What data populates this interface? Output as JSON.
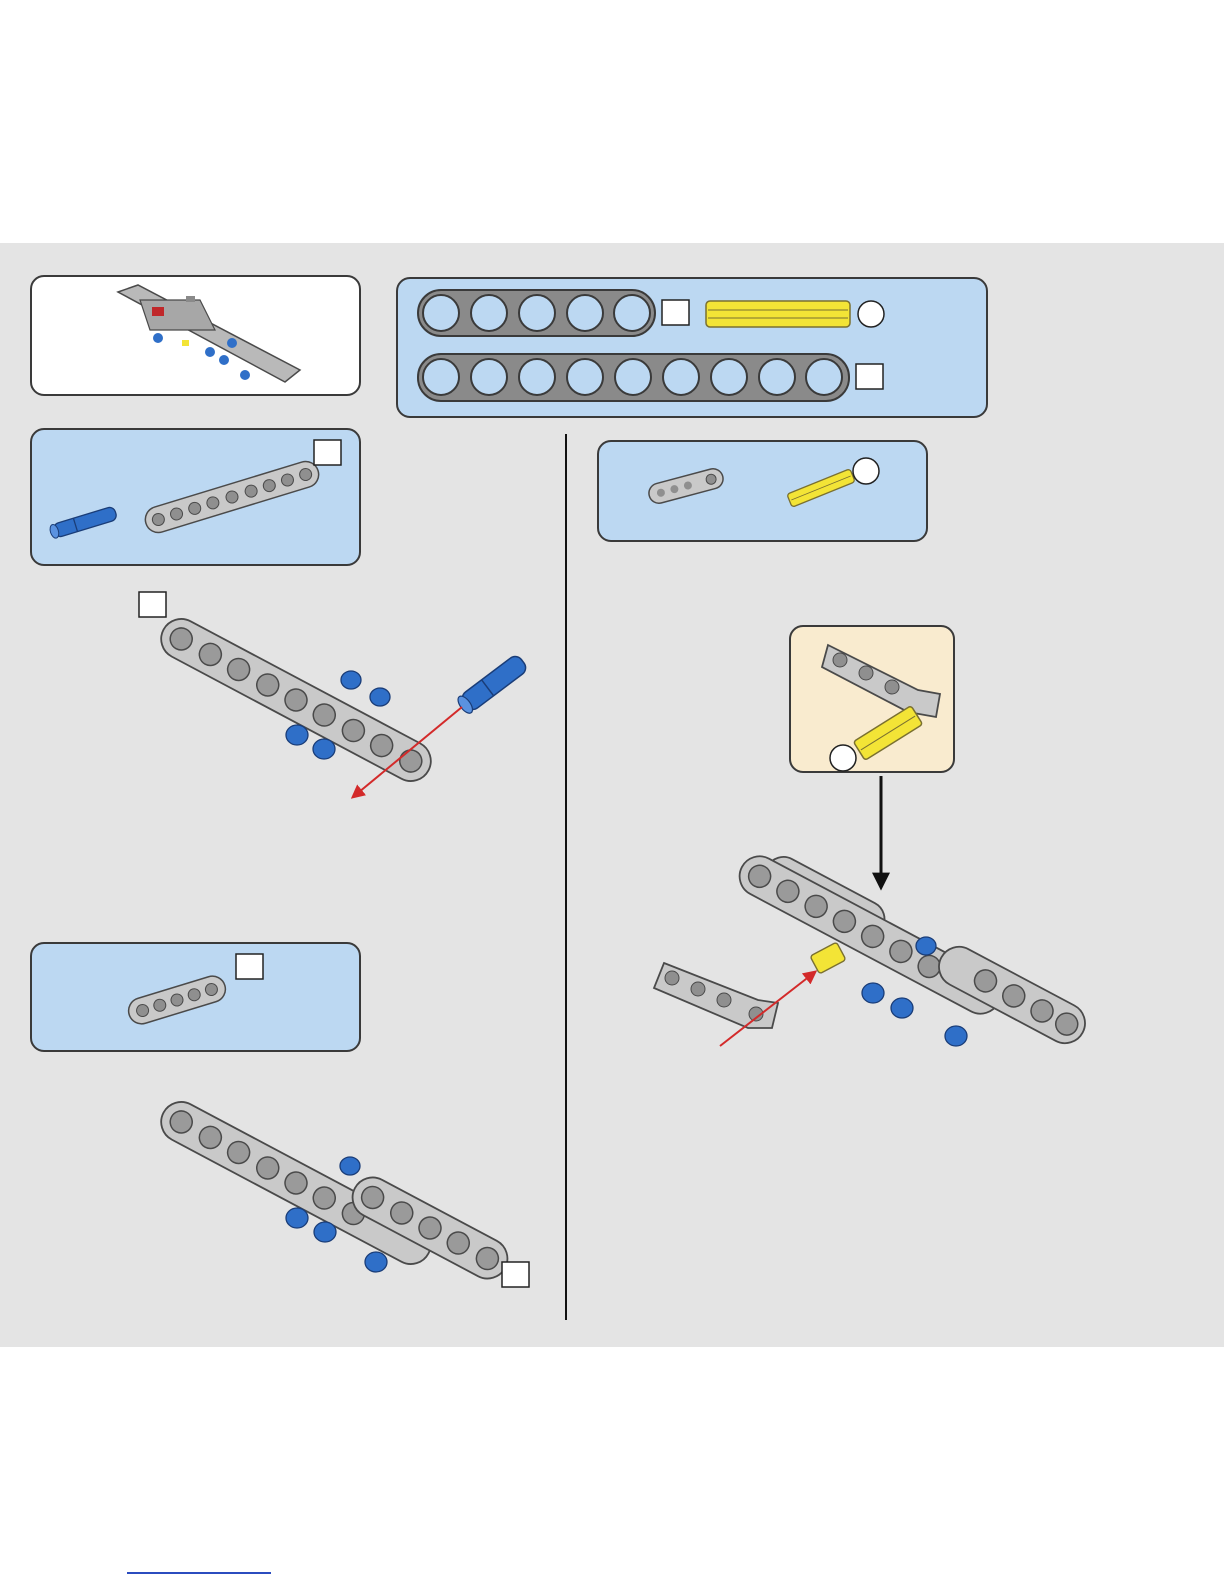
{
  "page": {
    "background_color": "#e4e4e4",
    "callout_color": "#bcd8f2",
    "subassembly_color": "#f9ebcf"
  },
  "colors": {
    "beam_gray": "#c9c9c9",
    "beam_outline": "#4a4a4a",
    "pin_blue": "#2f6fc8",
    "axle_yellow": "#f3e436",
    "arrow_red": "#d32a2a",
    "arrow_black": "#111111"
  },
  "parts_overview": {
    "rows": [
      {
        "part": "technic-beam",
        "holes": 5,
        "marker": "square"
      },
      {
        "part": "technic-axle",
        "marker": "circle"
      },
      {
        "part": "technic-beam",
        "holes": 9,
        "marker": "square"
      }
    ]
  },
  "steps": [
    {
      "callout": [
        "blue-pin",
        "technic-beam-9"
      ],
      "marker": "square"
    },
    {
      "callout": [
        "technic-beam-5"
      ],
      "marker": "square"
    },
    {
      "callout": [
        "angled-beam",
        "technic-axle"
      ],
      "marker": "circle"
    }
  ],
  "icons": [
    "model-preview-icon",
    "blue-pin-icon",
    "technic-beam-icon",
    "technic-axle-icon",
    "angled-beam-icon",
    "red-arrow-icon",
    "black-arrow-icon"
  ]
}
